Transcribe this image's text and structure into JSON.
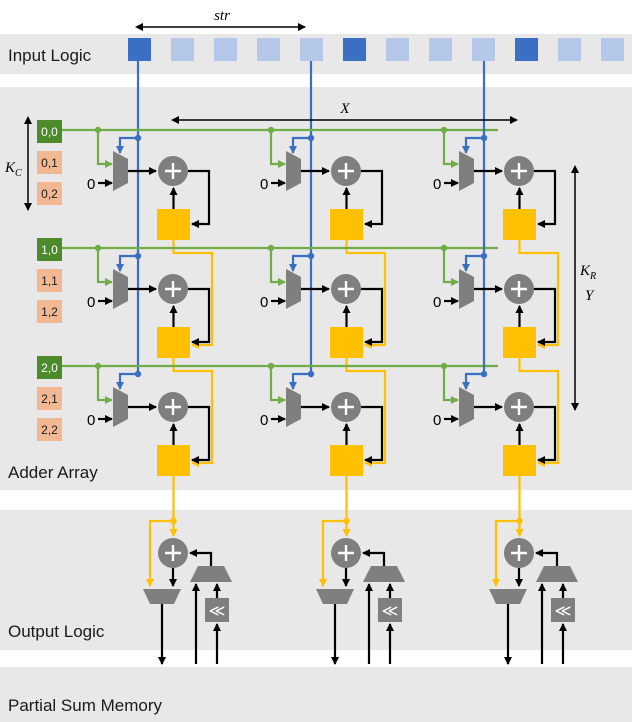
{
  "sections": {
    "input_logic": "Input Logic",
    "adder_array": "Adder Array",
    "output_logic": "Output Logic",
    "partial_sum_memory": "Partial Sum Memory"
  },
  "annotations": {
    "stride": "str",
    "x_dim": "X",
    "kc": "K",
    "kc_sub": "C",
    "kr": "K",
    "kr_sub": "R",
    "y_dim": "Y"
  },
  "zero_input": "0",
  "shift_symbol": "≪",
  "weights": [
    [
      "0,0",
      "0,1",
      "0,2"
    ],
    [
      "1,0",
      "1,1",
      "1,2"
    ],
    [
      "2,0",
      "2,1",
      "2,2"
    ]
  ],
  "input_pattern": [
    "active",
    "inactive",
    "inactive",
    "inactive",
    "inactive",
    "active",
    "inactive",
    "inactive",
    "inactive",
    "active",
    "inactive",
    "inactive",
    "inactive",
    "inactive",
    "inactive"
  ],
  "colors": {
    "band_background": "#e8e8e8",
    "input_active": "#3a6fc4",
    "input_inactive": "#b6c8e9",
    "weight_active": "#4c8a2c",
    "weight_inactive": "#f2b893",
    "adder_gray": "#7f7f7f",
    "register_yellow": "#ffc000",
    "wire_blue": "#3a6fc4",
    "wire_green": "#70ad47",
    "wire_yellow": "#ffc000",
    "wire_black": "#000000"
  }
}
